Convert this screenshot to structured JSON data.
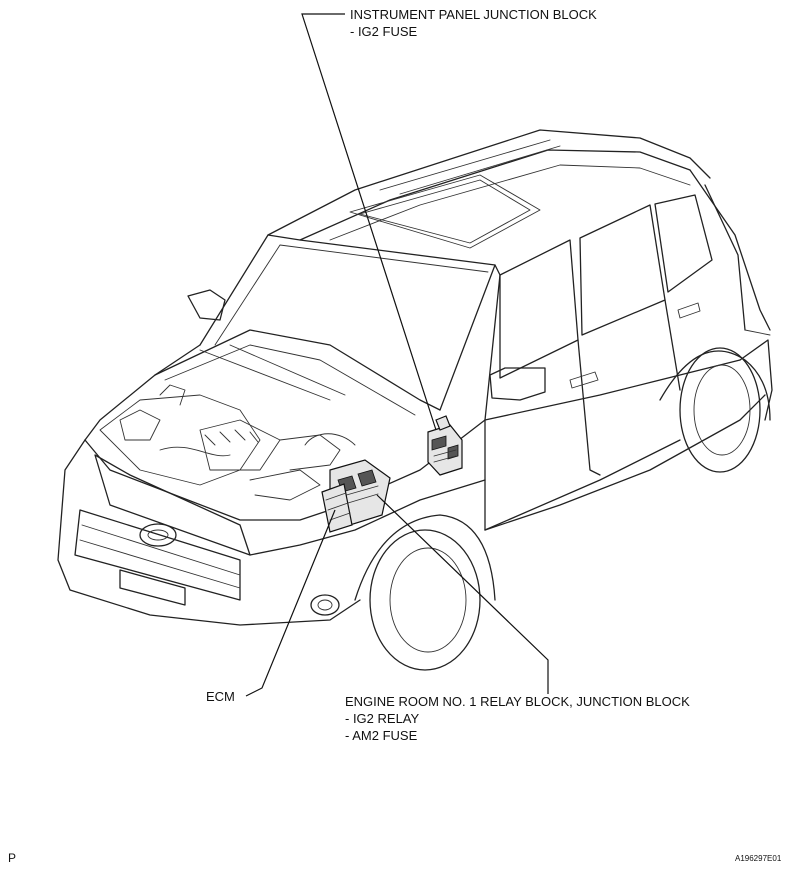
{
  "labels": {
    "ip_jb_title": "INSTRUMENT PANEL JUNCTION BLOCK",
    "ip_jb_item1": "- IG2 FUSE",
    "ecm": "ECM",
    "er_title": "ENGINE ROOM NO. 1 RELAY BLOCK, JUNCTION BLOCK",
    "er_item1": "- IG2 RELAY",
    "er_item2": "- AM2 FUSE"
  },
  "footer": {
    "page_mark": "P",
    "figure_id": "A196297E01"
  }
}
